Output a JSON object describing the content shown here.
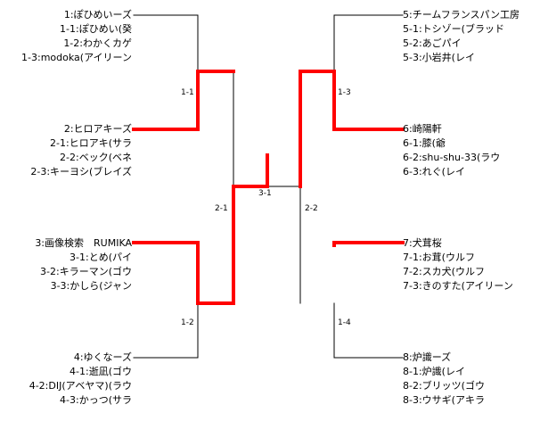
{
  "teams": [
    {
      "id": "t1",
      "side": "left",
      "name": "1:ぽひめいーズ",
      "members": [
        "1-1:ぽひめい(癸",
        "1-2:わかくカゲ",
        "1-3:modoka(アイリーン"
      ]
    },
    {
      "id": "t2",
      "side": "left",
      "name": "2:ヒロアキーズ",
      "members": [
        "2-1:ヒロアキ(サラ",
        "2-2:ベック(ベネ",
        "2-3:キーヨシ(ブレイズ"
      ]
    },
    {
      "id": "t3",
      "side": "left",
      "name": "3:画像検索　RUMIKA",
      "members": [
        "3-1:とめ(パイ",
        "3-2:キラーマン(ゴウ",
        "3-3:かしら(ジャン"
      ]
    },
    {
      "id": "t4",
      "side": "left",
      "name": "4:ゆくなーズ",
      "members": [
        "4-1:逝凪(ゴウ",
        "4-2:DIJ(アベヤマ)(ラウ",
        "4-3:かっつ(サラ"
      ]
    },
    {
      "id": "t5",
      "side": "right",
      "name": "5:チームフランスパン工房",
      "members": [
        "5-1:トシゾー(ブラッド",
        "5-2:あごパイ",
        "5-3:小岩井(レイ"
      ]
    },
    {
      "id": "t6",
      "side": "right",
      "name": "6:崎陽軒",
      "members": [
        "6-1:膝(爺",
        "6-2:shu-shu-33(ラウ",
        "6-3:れぐ(レイ"
      ]
    },
    {
      "id": "t7",
      "side": "right",
      "name": "7:犬茸桜",
      "members": [
        "7-1:お茸(ウルフ",
        "7-2:スカ犬(ウルフ",
        "7-3:きのすた(アイリーン"
      ]
    },
    {
      "id": "t8",
      "side": "right",
      "name": "8:炉識ーズ",
      "members": [
        "8-1:炉識(レイ",
        "8-2:ブリッツ(ゴウ",
        "8-3:ウサギ(アキラ"
      ]
    }
  ],
  "rounds": [
    {
      "id": "r11",
      "label": "1-1"
    },
    {
      "id": "r12",
      "label": "1-2"
    },
    {
      "id": "r13",
      "label": "1-3"
    },
    {
      "id": "r14",
      "label": "1-4"
    },
    {
      "id": "r21",
      "label": "2-1"
    },
    {
      "id": "r22",
      "label": "2-2"
    },
    {
      "id": "r31",
      "label": "3-1"
    }
  ],
  "colors": {
    "line": "#000000",
    "win": "#ff0000"
  }
}
